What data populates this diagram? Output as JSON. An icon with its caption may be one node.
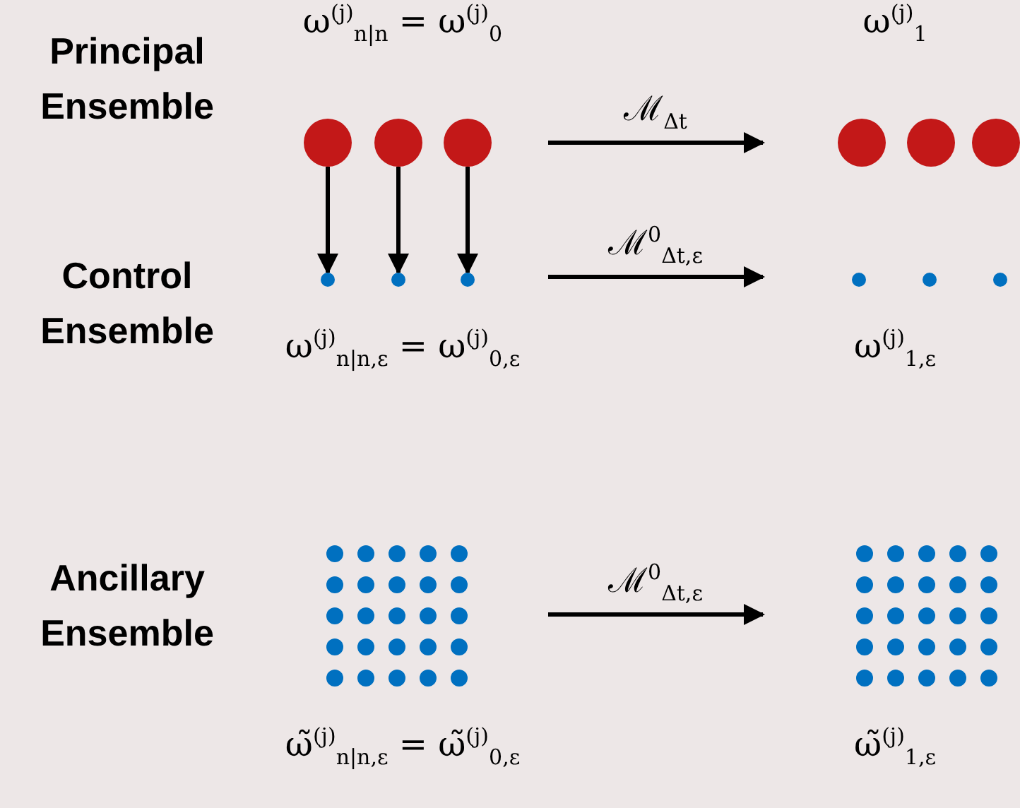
{
  "diagram": {
    "nodes": [
      {
        "text": [
          "ω$^{(j)}$$_{n|n}$ = ω$^{(j)}$$_{0}$"
        ]
      },
      {
        "text": [],
        "shape": "circle",
        "in": 0
      },
      {
        "text": [],
        "shape": "circle",
        "in": 0
      },
      {
        "text": [],
        "shape": "circle",
        "in": 0
      },
      {
        "text": [
          "ω$^{(j)}$$_{1}$"
        ]
      },
      {
        "text": [
          "ω$^{(j)}$$_{n|n,ε}$ = ω$^{(j)}$$_{0,ε}$"
        ]
      },
      {
        "text": [],
        "shape": "circle",
        "in": 5
      },
      {
        "text": [],
        "shape": "circle",
        "in": 5
      },
      {
        "text": [],
        "shape": "circle",
        "in": 5
      },
      {
        "text": [
          "ω$^{(j)}$$_{1,ε}$"
        ]
      },
      {
        "text": [
          "ω̃$^{(j)}$$_{n|n,ε}$ = ω̃$^{(j)}$$_{0,ε}$"
        ]
      },
      {
        "text": [
          "ω̃$^{(j)}$$_{1,ε}$"
        ]
      }
    ],
    "edges": [
      {
        "from": 1,
        "to": 6,
        "arrow": "to"
      },
      {
        "from": 2,
        "to": 7,
        "arrow": "to"
      },
      {
        "from": 3,
        "to": 8,
        "arrow": "to"
      },
      {
        "from": 0,
        "to": 4,
        "arrow": "to",
        "label": "ℳ$_{Δt}$"
      },
      {
        "from": 5,
        "to": 9,
        "arrow": "to",
        "label": "ℳ$^{0}$$_{Δt,ε}$"
      },
      {
        "from": 10,
        "to": 11,
        "arrow": "to",
        "label": "ℳ$^{0}$$_{Δt,ε}$"
      }
    ],
    "labels": [
      "Principal Ensemble",
      "Control Ensemble",
      "Ancillary Ensemble"
    ]
  }
}
